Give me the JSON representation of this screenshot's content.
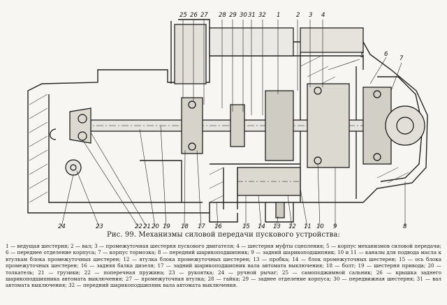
{
  "figure": {
    "callouts_top": [
      "25",
      "26",
      "27",
      "28",
      "29",
      "30",
      "31",
      "32",
      "1",
      "2",
      "3",
      "4"
    ],
    "callouts_right": [
      "5",
      "6",
      "7"
    ],
    "callouts_bottom": [
      "24",
      "23",
      "22",
      "21",
      "20",
      "19",
      "18",
      "17",
      "16",
      "15",
      "14",
      "13",
      "12",
      "11",
      "10",
      "9",
      "8"
    ]
  },
  "caption": {
    "title": "Рис. 99. Механизмы силовой передачи пускового устройства:",
    "legend": "1 — ведущая шестерня; 2 — вал; 3 — промежуточная шестерня пускового двигателя; 4 — шестерня муфты сцепления; 5 — корпус механизмов силовой передачи; 6 — переднее отделение корпуса; 7 — корпус тормозка; 8 — передний шарикоподшипник; 9 — задний шарикоподшипник; 10 и 11 — каналы для подвода масла к втулкам блока промежуточных шестерен; 12 — втулка блока промежуточных шестерен; 13 — пробка; 14 — блок промежуточных шестерен; 15 — ось блока промежуточных шестерен; 16 — задняя балка дизеля; 17 — задний шарикоподшипник вала автомата выключения; 18 — болт; 19 — шестерня привода; 20 — толкатель; 21 — грузики; 22 — поперечная пружина; 23 — рукоятка; 24 — ручной рычаг; 25 — самоподжимной сальник; 26 — крышка заднего шарикоподшипника автомата выключения; 27 — промежуточная втулка; 28 — гайка; 29 — заднее отделение корпуса; 30 — передвижная шестерня; 31 — вал автомата выключения; 32 — передний шарикоподшипник вала автомата выключения."
  }
}
